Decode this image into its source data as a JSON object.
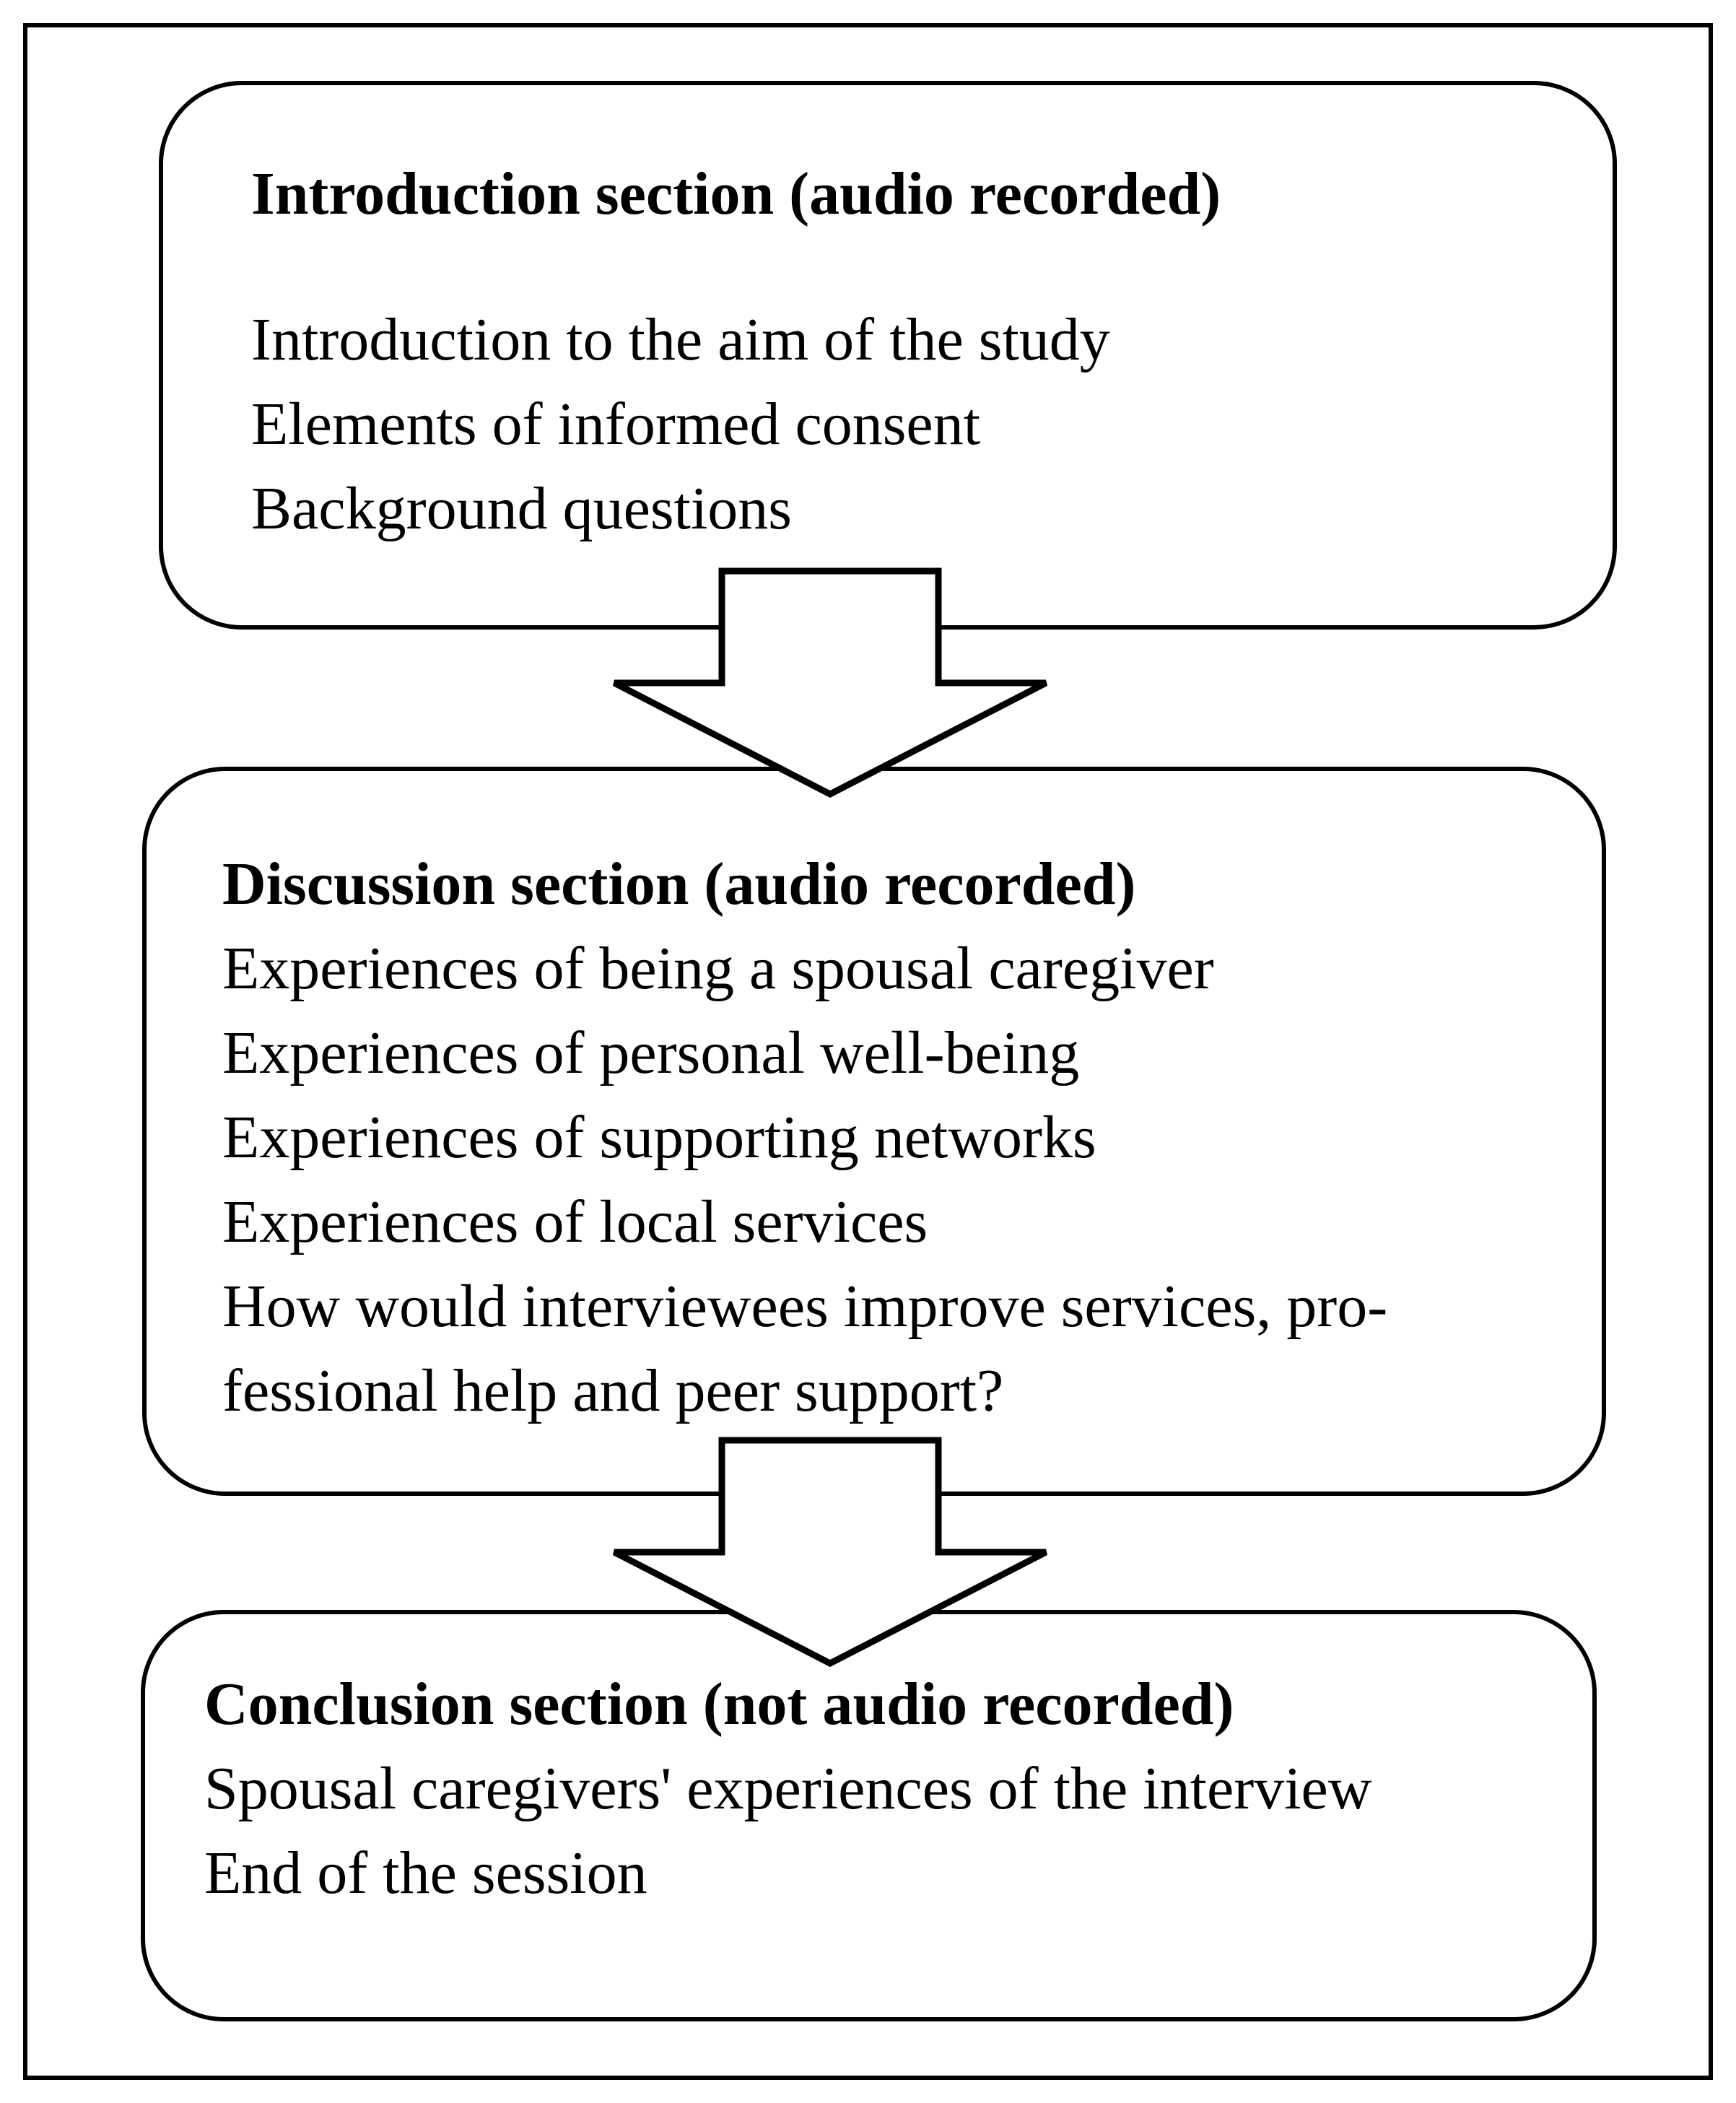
{
  "figure": {
    "background_color": "#ffffff",
    "stroke_color": "#000000",
    "boxes": [
      {
        "title": "Introduction section (audio recorded)",
        "lines": [
          "Introduction to the aim of the study",
          "Elements of informed consent",
          "Background questions"
        ]
      },
      {
        "title": "Discussion section (audio recorded)",
        "lines": [
          "Experiences of being a spousal caregiver",
          "Experiences of personal well-being",
          "Experiences of supporting networks",
          "Experiences of local services",
          "How would interviewees improve services, pro-",
          "fessional help and peer support?"
        ]
      },
      {
        "title": "Conclusion section (not audio recorded)",
        "lines": [
          "Spousal caregivers' experiences of the interview",
          "End of the session"
        ]
      }
    ]
  }
}
